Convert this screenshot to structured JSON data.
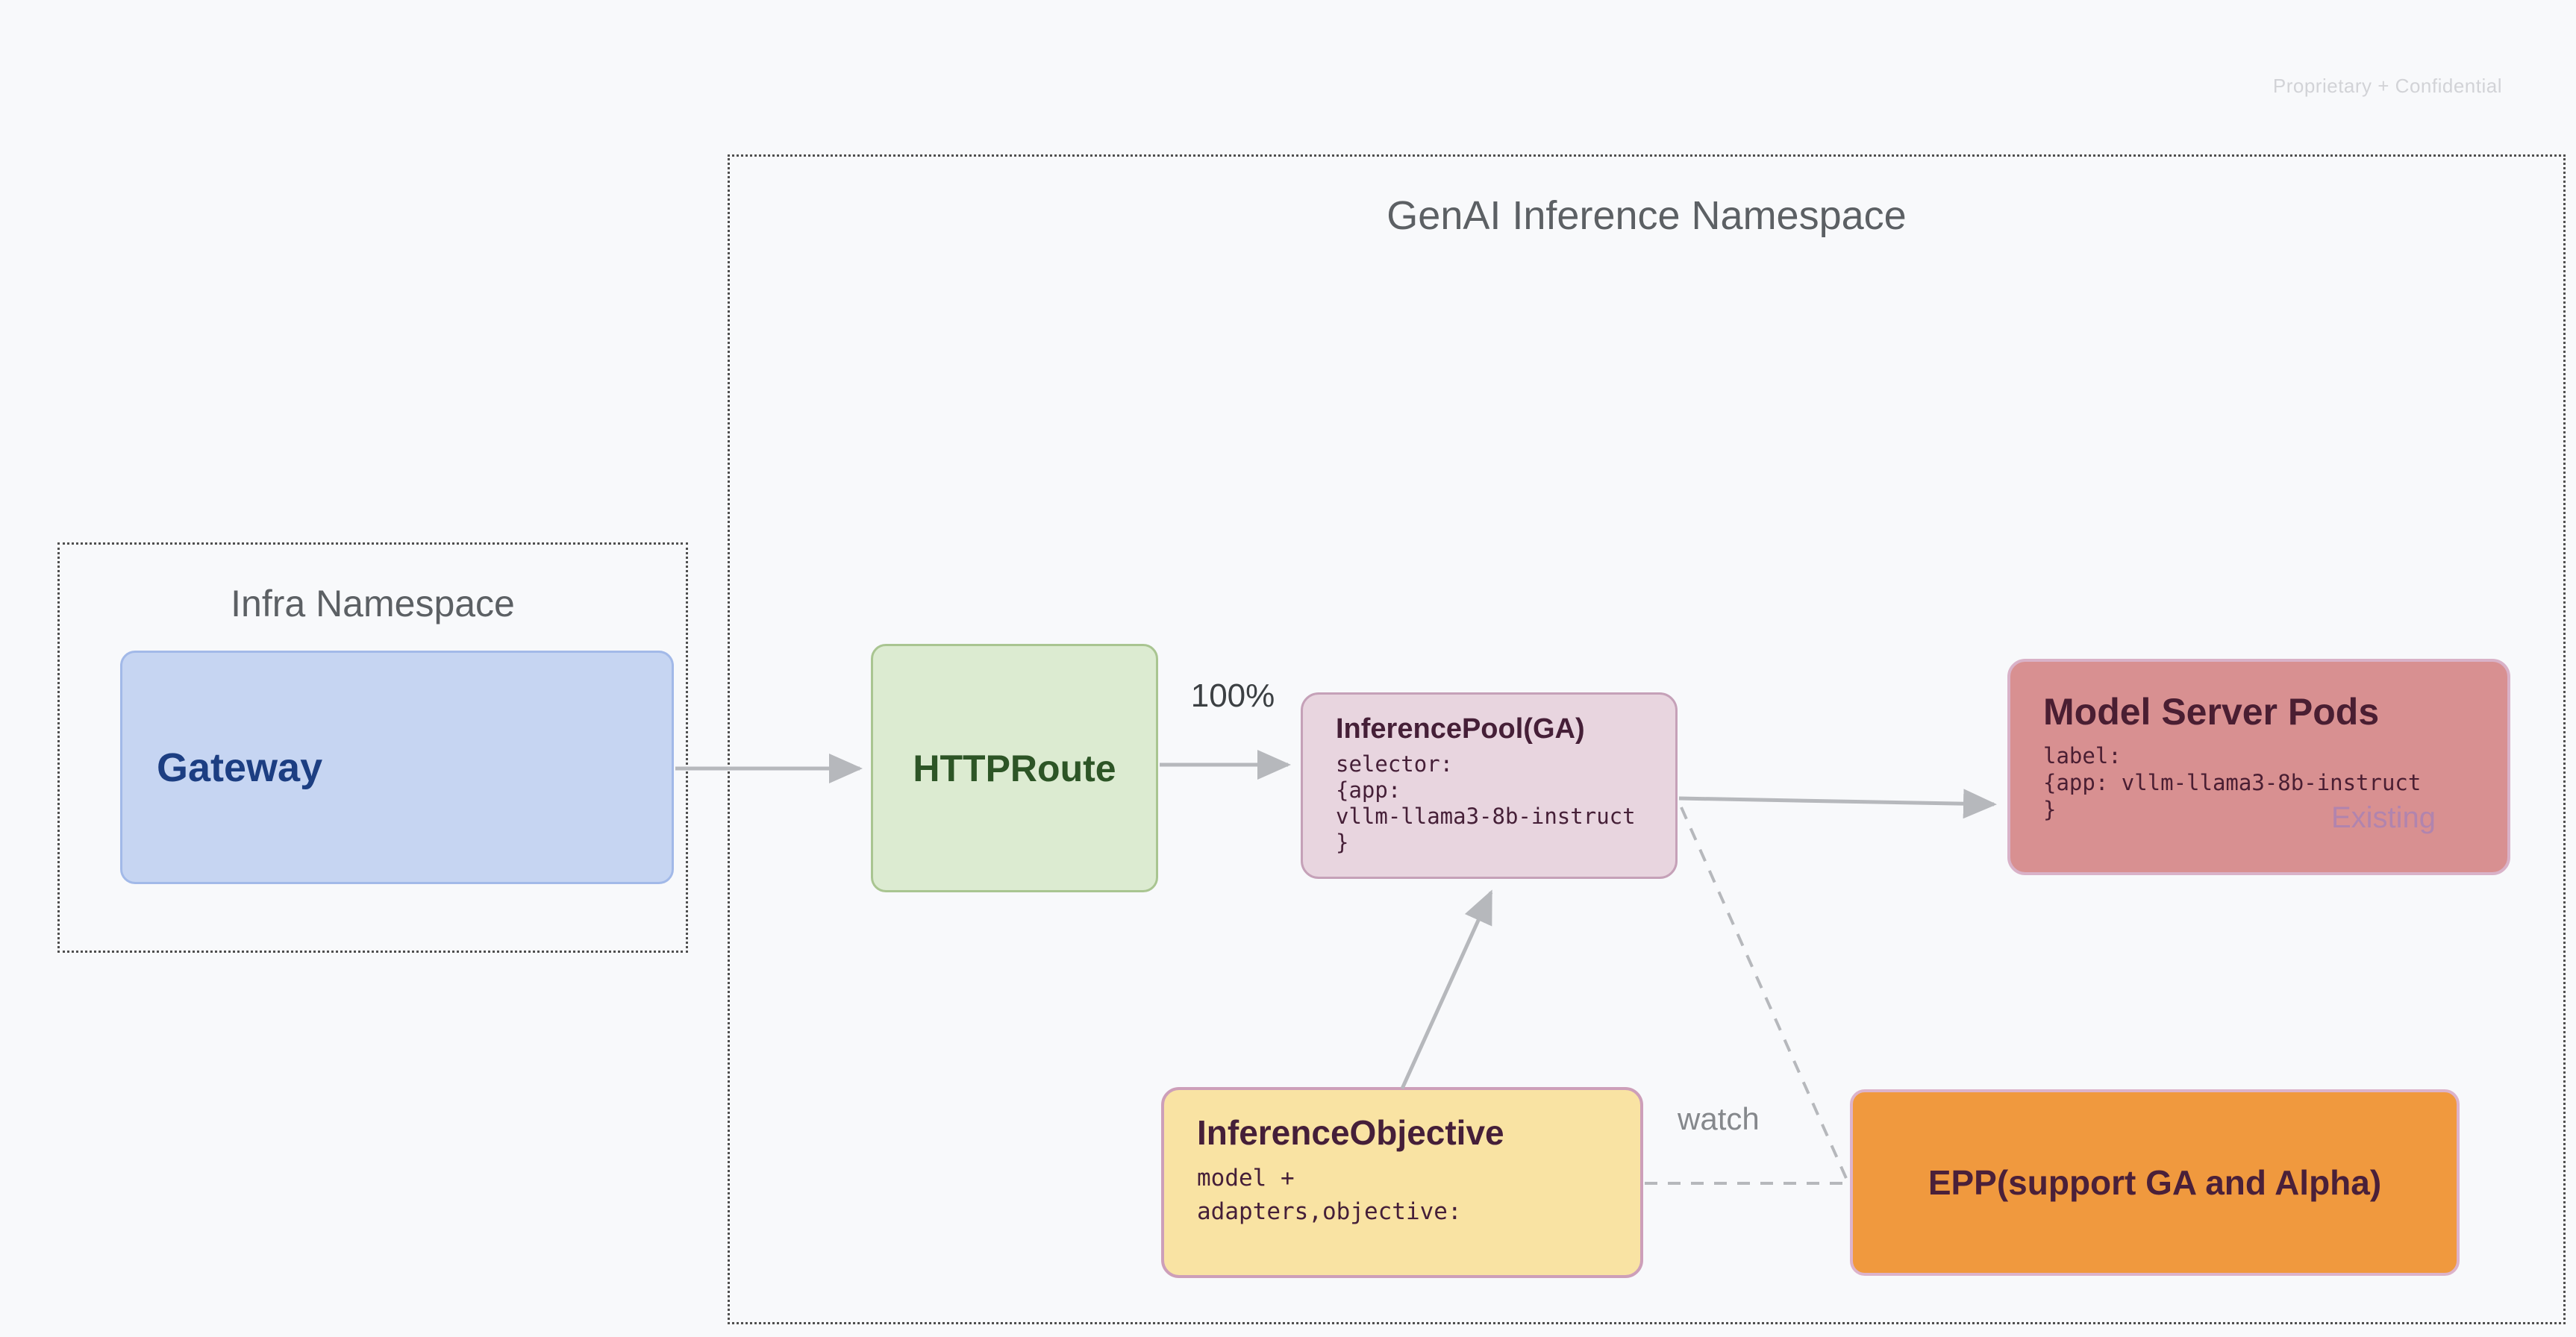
{
  "page": {
    "confidential_note": "Proprietary + Confidential"
  },
  "namespaces": {
    "genai": {
      "title": "GenAI Inference Namespace"
    },
    "infra": {
      "title": "Infra Namespace"
    }
  },
  "nodes": {
    "gateway": {
      "title": "Gateway"
    },
    "httproute": {
      "title": "HTTPRoute"
    },
    "inference_pool": {
      "title": "InferencePool(GA)",
      "body_lines": [
        "selector:",
        "{app:",
        "vllm-llama3-8b-instruct",
        "}"
      ]
    },
    "model_server_pods": {
      "title": "Model Server Pods",
      "body_lines": [
        "label:",
        "{app: vllm-llama3-8b-instruct",
        "}"
      ],
      "status_note": "Existing"
    },
    "inference_objective": {
      "title": "InferenceObjective",
      "body_lines": [
        "model +",
        "adapters,objective:"
      ]
    },
    "epp": {
      "title": "EPP(support GA and Alpha)"
    }
  },
  "edges": {
    "httproute_to_pool_label": "100%",
    "objective_to_epp_label": "watch"
  },
  "palette": {
    "background": "#f8f9fb",
    "namespace_title": "#5c6064",
    "gateway_fill": "#c6d5f2",
    "gateway_border": "#a2b9e8",
    "gateway_text": "#1c3e82",
    "httproute_fill": "#dcebd1",
    "httproute_border": "#a9c591",
    "httproute_text": "#2d5526",
    "inference_pool_fill": "#e8d5df",
    "inference_pool_border": "#c5a1b8",
    "inference_pool_text": "#451f37",
    "model_server_pods_fill": "#d89091",
    "model_server_pods_border": "#d9b2c8",
    "model_server_pods_text": "#4a1e32",
    "inference_objective_fill": "#f9e3a3",
    "inference_objective_border": "#cd9fb9",
    "inference_objective_text": "#451f39",
    "epp_fill": "#f0993e",
    "epp_border": "#dcb3cb",
    "epp_text": "#4a2039",
    "arrow": "#b6b8bc",
    "existing_text": "#b184ae"
  }
}
